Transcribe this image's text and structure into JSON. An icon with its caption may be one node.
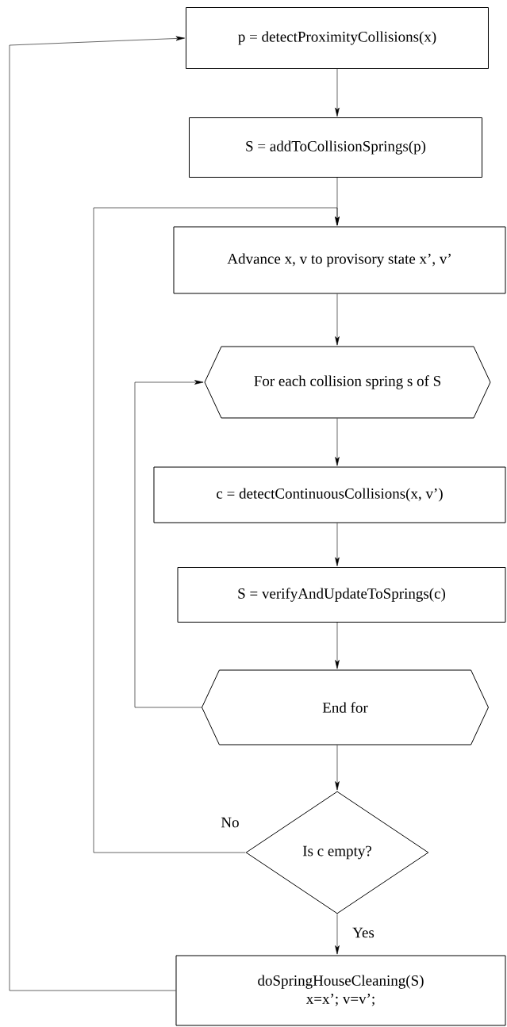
{
  "diagram": {
    "nodes": [
      {
        "text": [
          "p = detectProximityCollisions(x)"
        ]
      },
      {
        "text": [
          "S = addToCollisionSprings(p)"
        ]
      },
      {
        "text": [
          "Advance x, v to provisory state x’, v’"
        ]
      },
      {
        "text": [
          "For each collision spring s of S"
        ]
      },
      {
        "text": [
          "c = detectContinuousCollisions(x, v’)"
        ]
      },
      {
        "text": [
          "S = verifyAndUpdateToSprings(c)"
        ]
      },
      {
        "text": [
          "End for"
        ]
      },
      {
        "text": [
          "Is c empty?"
        ]
      },
      {
        "text": [
          "doSpringHouseCleaning(S)",
          "x=x’; v=v’;"
        ]
      }
    ],
    "edges": [
      {
        "from": 0,
        "to": 1,
        "arrow": "to"
      },
      {
        "from": 1,
        "to": 2,
        "arrow": "to"
      },
      {
        "from": 2,
        "to": 3,
        "arrow": "to"
      },
      {
        "from": 3,
        "to": 4,
        "arrow": "to"
      },
      {
        "from": 4,
        "to": 5,
        "arrow": "to"
      },
      {
        "from": 5,
        "to": 6,
        "arrow": "to"
      },
      {
        "from": 6,
        "to": 7,
        "arrow": "to"
      },
      {
        "from": 7,
        "to": 8,
        "arrow": "to",
        "label": "Yes"
      },
      {
        "from": 7,
        "to": 2,
        "arrow": "to",
        "label": "No"
      },
      {
        "from": 6,
        "to": 3,
        "arrow": "to"
      },
      {
        "from": 8,
        "to": 0,
        "arrow": "to"
      }
    ]
  }
}
